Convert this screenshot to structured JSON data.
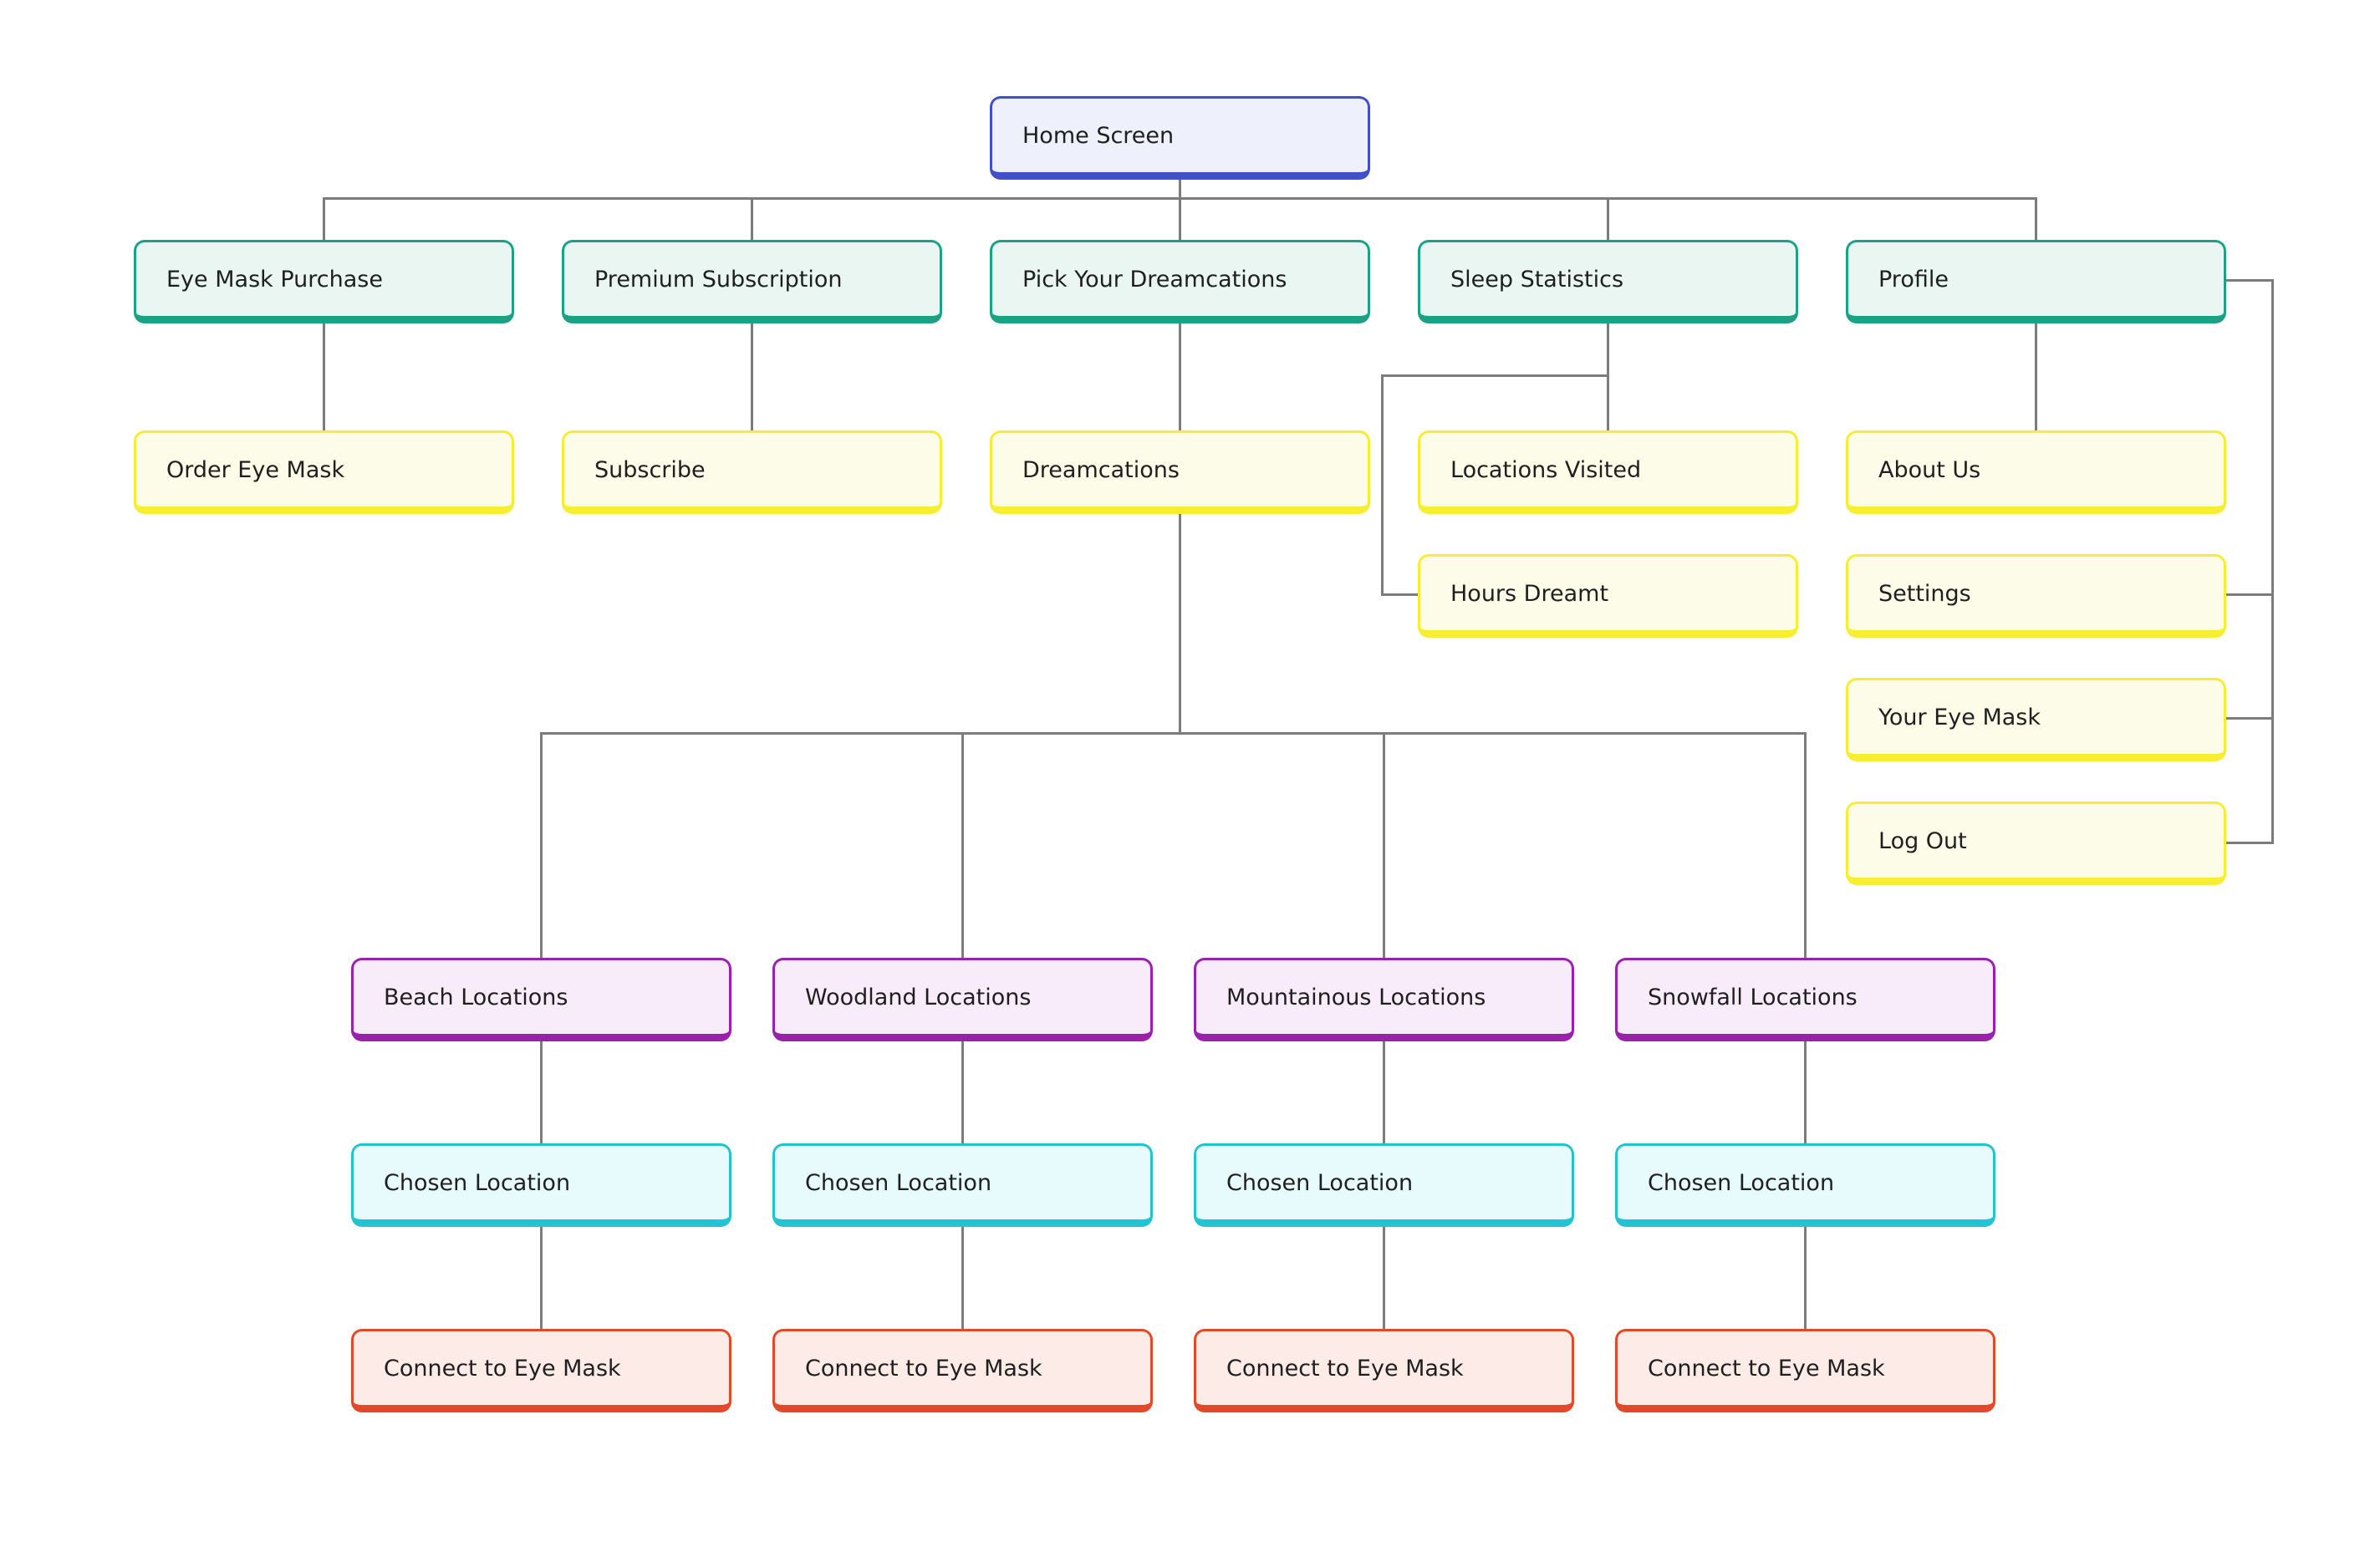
{
  "diagram": {
    "type": "flowchart-sitemap",
    "app_theme": "dream / sleep eye-mask app navigation map",
    "nodes": {
      "home": {
        "label": "Home Screen",
        "level": "root"
      },
      "eye-mask-purchase": {
        "label": "Eye Mask Purchase",
        "level": "section"
      },
      "premium-subscription": {
        "label": "Premium Subscription",
        "level": "section"
      },
      "pick-your-dreamcations": {
        "label": "Pick Your Dreamcations",
        "level": "section"
      },
      "sleep-statistics": {
        "label": "Sleep Statistics",
        "level": "section"
      },
      "profile": {
        "label": "Profile",
        "level": "section"
      },
      "order-eye-mask": {
        "label": "Order Eye Mask",
        "level": "screen"
      },
      "subscribe": {
        "label": "Subscribe",
        "level": "screen"
      },
      "dreamcations": {
        "label": "Dreamcations",
        "level": "screen"
      },
      "locations-visited": {
        "label": "Locations Visited",
        "level": "screen"
      },
      "hours-dreamt": {
        "label": "Hours Dreamt",
        "level": "screen"
      },
      "about-us": {
        "label": "About Us",
        "level": "screen"
      },
      "settings": {
        "label": "Settings",
        "level": "screen"
      },
      "your-eye-mask": {
        "label": "Your Eye Mask",
        "level": "screen"
      },
      "log-out": {
        "label": "Log Out",
        "level": "screen"
      },
      "beach-locations": {
        "label": "Beach Locations",
        "level": "category"
      },
      "woodland-locations": {
        "label": "Woodland Locations",
        "level": "category"
      },
      "mountainous-locations": {
        "label": "Mountainous Locations",
        "level": "category"
      },
      "snowfall-locations": {
        "label": "Snowfall Locations",
        "level": "category"
      },
      "beach-chosen-location": {
        "label": "Chosen Location",
        "level": "detail"
      },
      "woodland-chosen-location": {
        "label": "Chosen Location",
        "level": "detail"
      },
      "mountainous-chosen-location": {
        "label": "Chosen Location",
        "level": "detail"
      },
      "snowfall-chosen-location": {
        "label": "Chosen Location",
        "level": "detail"
      },
      "beach-connect-eye-mask": {
        "label": "Connect to Eye Mask",
        "level": "action"
      },
      "woodland-connect-eye-mask": {
        "label": "Connect to Eye Mask",
        "level": "action"
      },
      "mountainous-connect-eye-mask": {
        "label": "Connect to Eye Mask",
        "level": "action"
      },
      "snowfall-connect-eye-mask": {
        "label": "Connect to Eye Mask",
        "level": "action"
      }
    },
    "edges": [
      {
        "from": "home",
        "to": "eye-mask-purchase"
      },
      {
        "from": "home",
        "to": "premium-subscription"
      },
      {
        "from": "home",
        "to": "pick-your-dreamcations"
      },
      {
        "from": "home",
        "to": "sleep-statistics"
      },
      {
        "from": "home",
        "to": "profile"
      },
      {
        "from": "eye-mask-purchase",
        "to": "order-eye-mask"
      },
      {
        "from": "premium-subscription",
        "to": "subscribe"
      },
      {
        "from": "pick-your-dreamcations",
        "to": "dreamcations"
      },
      {
        "from": "sleep-statistics",
        "to": "locations-visited"
      },
      {
        "from": "sleep-statistics",
        "to": "hours-dreamt"
      },
      {
        "from": "profile",
        "to": "about-us"
      },
      {
        "from": "profile",
        "to": "settings"
      },
      {
        "from": "profile",
        "to": "your-eye-mask"
      },
      {
        "from": "profile",
        "to": "log-out"
      },
      {
        "from": "dreamcations",
        "to": "beach-locations"
      },
      {
        "from": "dreamcations",
        "to": "woodland-locations"
      },
      {
        "from": "dreamcations",
        "to": "mountainous-locations"
      },
      {
        "from": "dreamcations",
        "to": "snowfall-locations"
      },
      {
        "from": "beach-locations",
        "to": "beach-chosen-location"
      },
      {
        "from": "woodland-locations",
        "to": "woodland-chosen-location"
      },
      {
        "from": "mountainous-locations",
        "to": "mountainous-chosen-location"
      },
      {
        "from": "snowfall-locations",
        "to": "snowfall-chosen-location"
      },
      {
        "from": "beach-chosen-location",
        "to": "beach-connect-eye-mask"
      },
      {
        "from": "woodland-chosen-location",
        "to": "woodland-connect-eye-mask"
      },
      {
        "from": "mountainous-chosen-location",
        "to": "mountainous-connect-eye-mask"
      },
      {
        "from": "snowfall-chosen-location",
        "to": "snowfall-connect-eye-mask"
      }
    ]
  },
  "palette": {
    "line": "#7c7c7c",
    "text": "#1f1f1f",
    "root-border": "#4050c8",
    "root-fill": "#eef0fb",
    "teal-border": "#1ba184",
    "teal-fill": "#e9f6f2",
    "yellow-border": "#f7ee33",
    "yellow-fill": "#fdfce9",
    "purple-border": "#9a20ae",
    "purple-fill": "#f8ebfa",
    "cyan-border": "#23c3d2",
    "cyan-fill": "#e7fbfc",
    "red-border": "#e04a2b",
    "red-fill": "#fcebe6"
  }
}
